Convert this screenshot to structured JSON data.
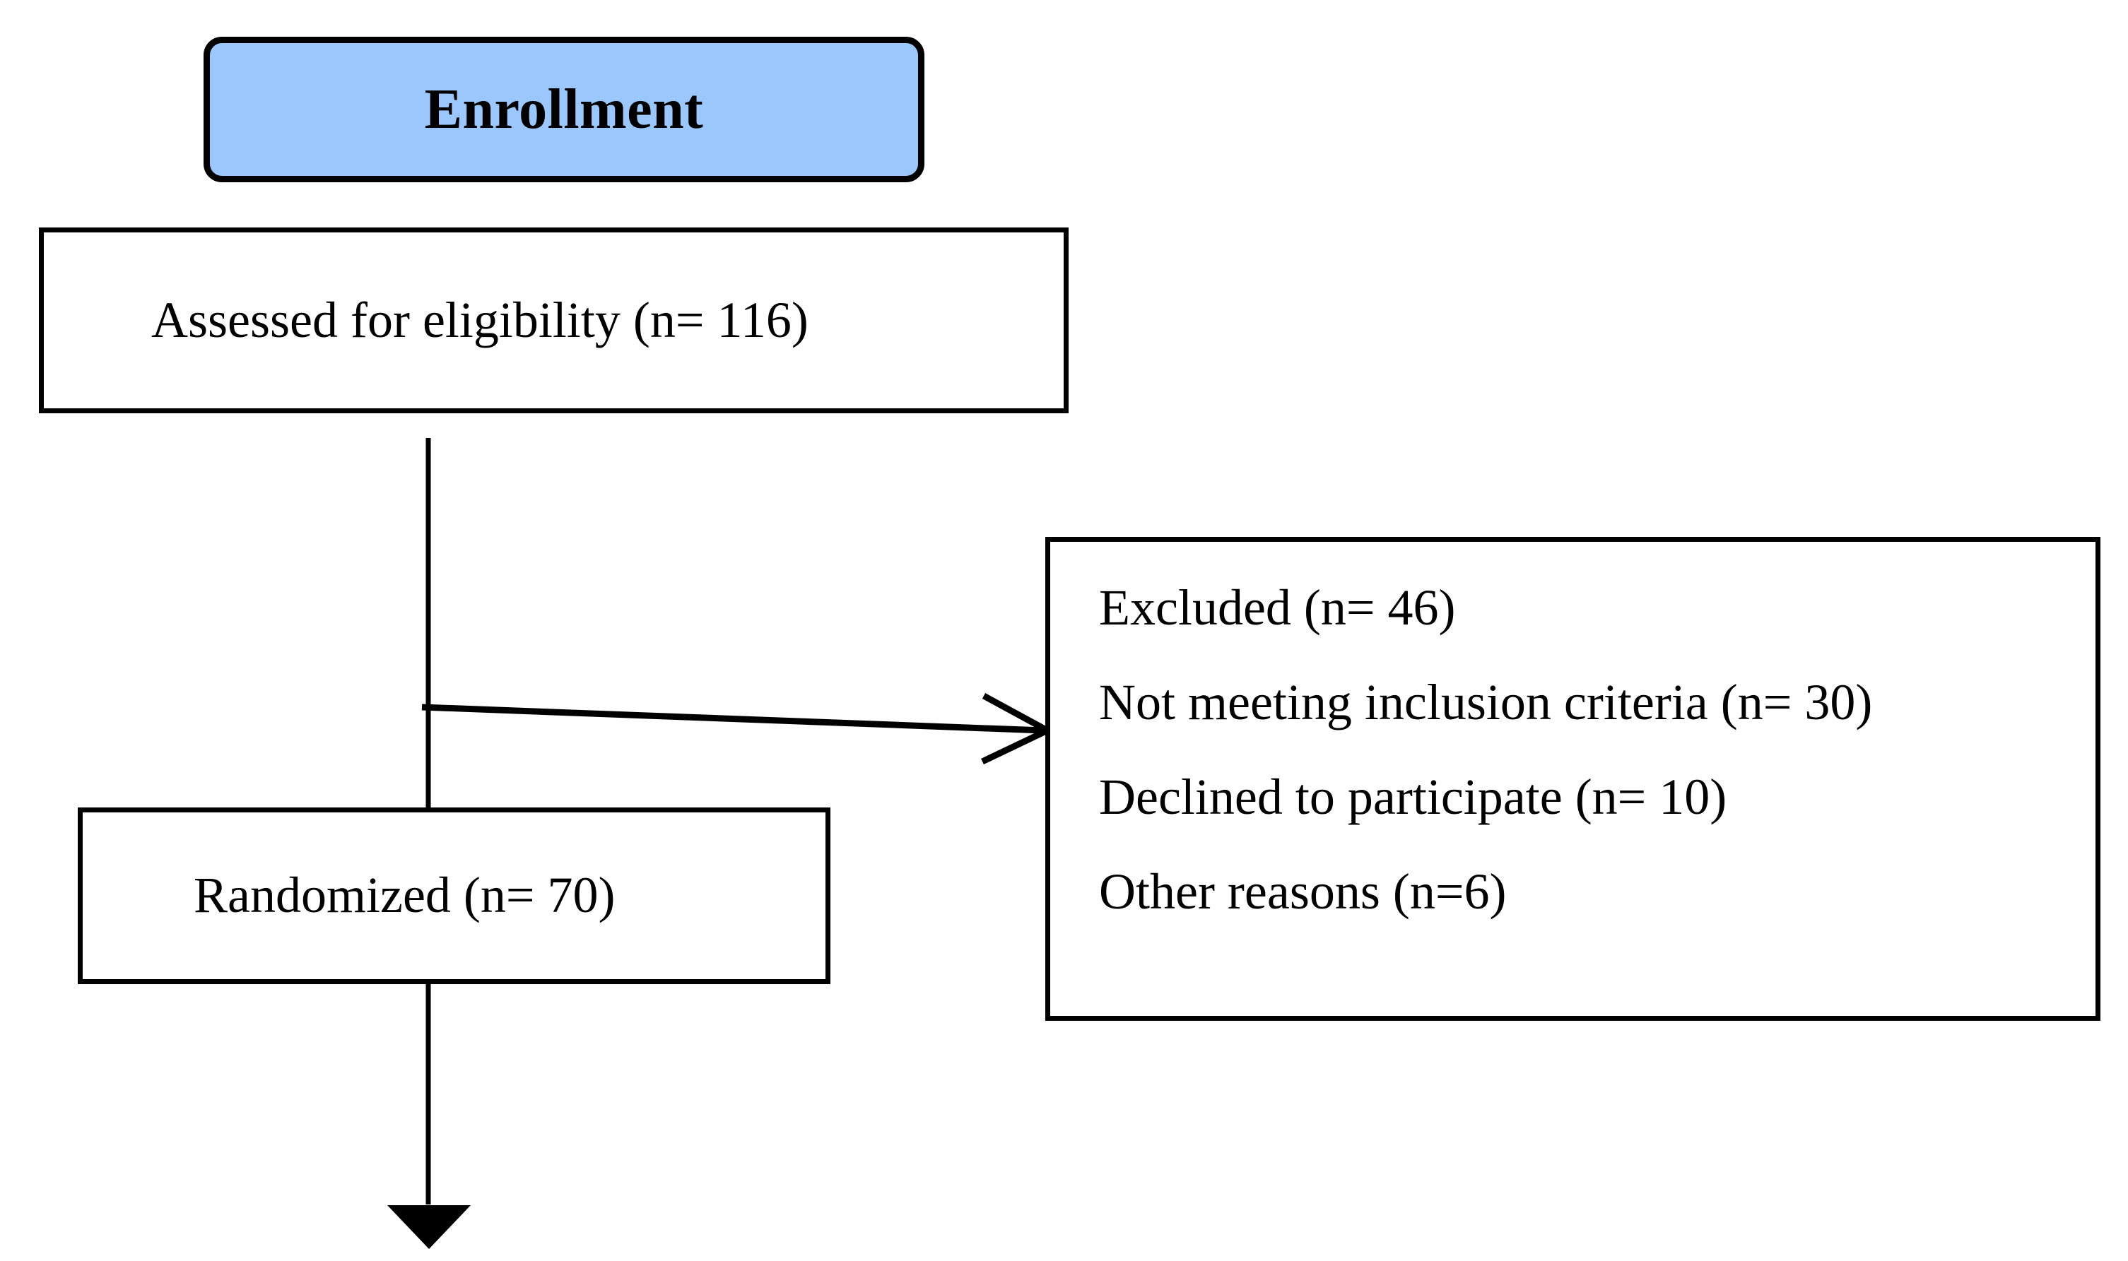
{
  "diagram": {
    "title": "CONSORT participant flow diagram",
    "background_color": "#ffffff",
    "line_color": "#000000",
    "stage_fill_color": "#9CC7FD"
  },
  "stages": [
    {
      "id": "enrollment",
      "label": "Enrollment"
    }
  ],
  "nodes": {
    "assessed": {
      "text": "Assessed for eligibility (n= 116)",
      "n": 116
    },
    "randomized": {
      "text": "Randomized (n= 70)",
      "n": 70
    },
    "excluded": {
      "lines": [
        "Excluded (n= 46)",
        "Not meeting inclusion criteria (n= 30)",
        "Declined to participate (n= 10)",
        "Other reasons (n=6)"
      ],
      "total_excluded": 46,
      "reasons": [
        {
          "label": "Not meeting inclusion criteria",
          "n": 30
        },
        {
          "label": "Declined to participate",
          "n": 10
        },
        {
          "label": "Other reasons",
          "n": 6
        }
      ]
    }
  },
  "connectors": [
    {
      "id": "assessed-to-randomized",
      "from": "assessed",
      "to": "randomized",
      "style": "plain-line",
      "direction": "down"
    },
    {
      "id": "assessed-to-excluded",
      "from": "assessed",
      "to": "excluded",
      "style": "open-arrowhead",
      "direction": "right"
    },
    {
      "id": "randomized-to-allocation",
      "from": "randomized",
      "to": "",
      "style": "filled-arrowhead",
      "direction": "down"
    }
  ]
}
